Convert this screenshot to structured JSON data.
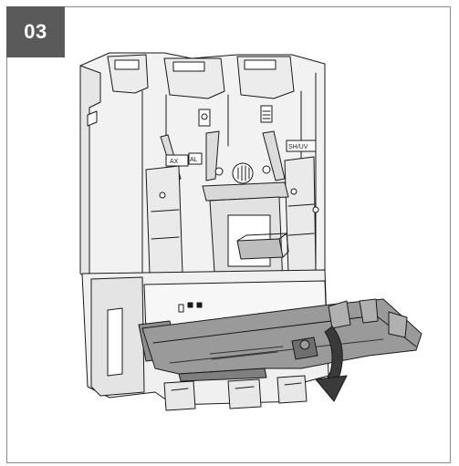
{
  "step": {
    "number": "03"
  },
  "labels": {
    "ax": "AX",
    "al": "AL",
    "shuv": "SH/UV"
  },
  "icons": {
    "rotation_arrow": "curved-arrow-down-icon"
  }
}
